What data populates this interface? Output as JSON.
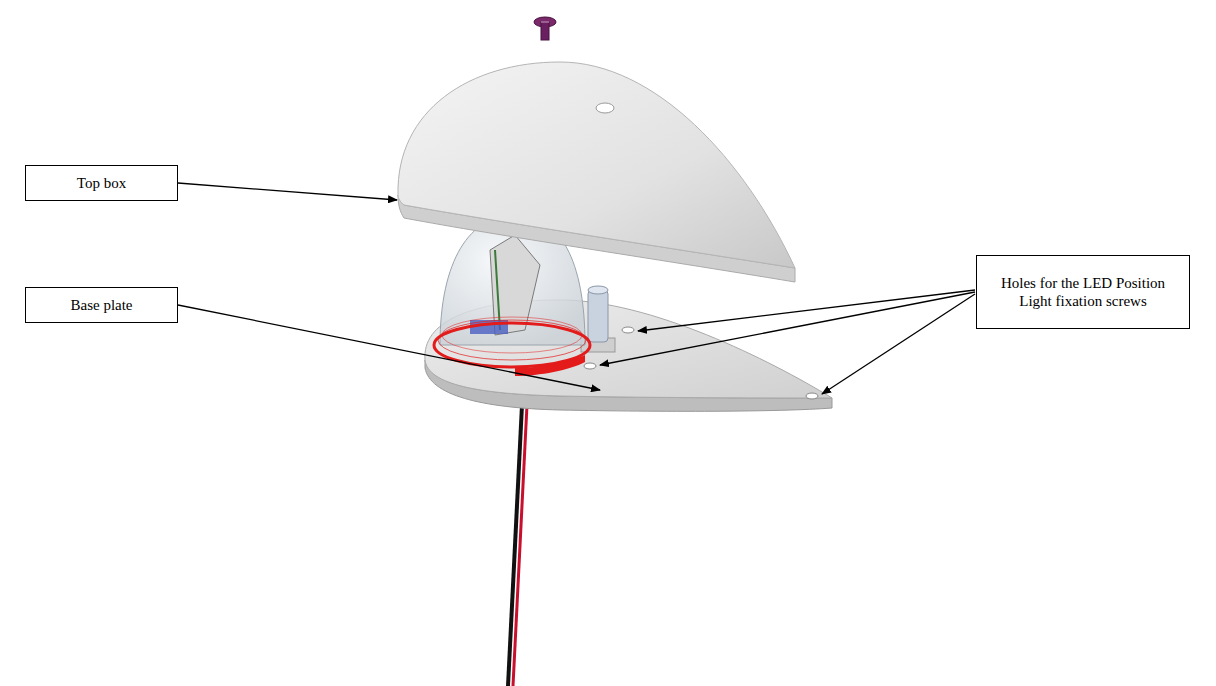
{
  "diagram": {
    "nodes": [
      {
        "text": [
          "Top box"
        ]
      },
      {
        "text": [
          "Holes for the LED Position Light fixation screws"
        ]
      },
      {
        "text": [
          "Base plate"
        ]
      }
    ]
  }
}
